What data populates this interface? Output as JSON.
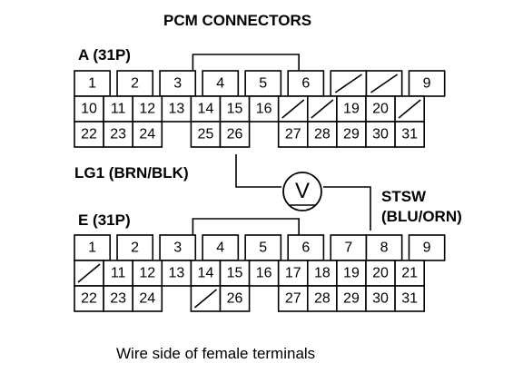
{
  "title": "PCM CONNECTORS",
  "caption": "Wire side of female terminals",
  "meter_symbol": "V",
  "connector_a": {
    "label": "A (31P)",
    "rows": [
      [
        "1",
        "2",
        "3",
        "4",
        "5",
        "6",
        "/",
        "",
        "/",
        "9"
      ],
      [
        "10",
        "11",
        "12",
        "13",
        "14",
        "15",
        "16",
        "/",
        "/",
        "19",
        "20",
        "/"
      ],
      [
        "22",
        "23",
        "24",
        "",
        "25",
        "26",
        "",
        "27",
        "28",
        "29",
        "30",
        "31"
      ]
    ]
  },
  "connector_e": {
    "label": "E (31P)",
    "rows": [
      [
        "1",
        "2",
        "3",
        "4",
        "5",
        "6",
        "7",
        "",
        "8",
        "9"
      ],
      [
        "/",
        "11",
        "12",
        "13",
        "14",
        "15",
        "16",
        "17",
        "18",
        "19",
        "20",
        "21"
      ],
      [
        "22",
        "23",
        "24",
        "",
        "/",
        "26",
        "",
        "27",
        "28",
        "29",
        "30",
        "31"
      ]
    ]
  },
  "probe_lg1": {
    "label": "LG1 (BRN/BLK)"
  },
  "probe_stsw": {
    "label_line1": "STSW",
    "label_line2": "(BLU/ORN)"
  }
}
